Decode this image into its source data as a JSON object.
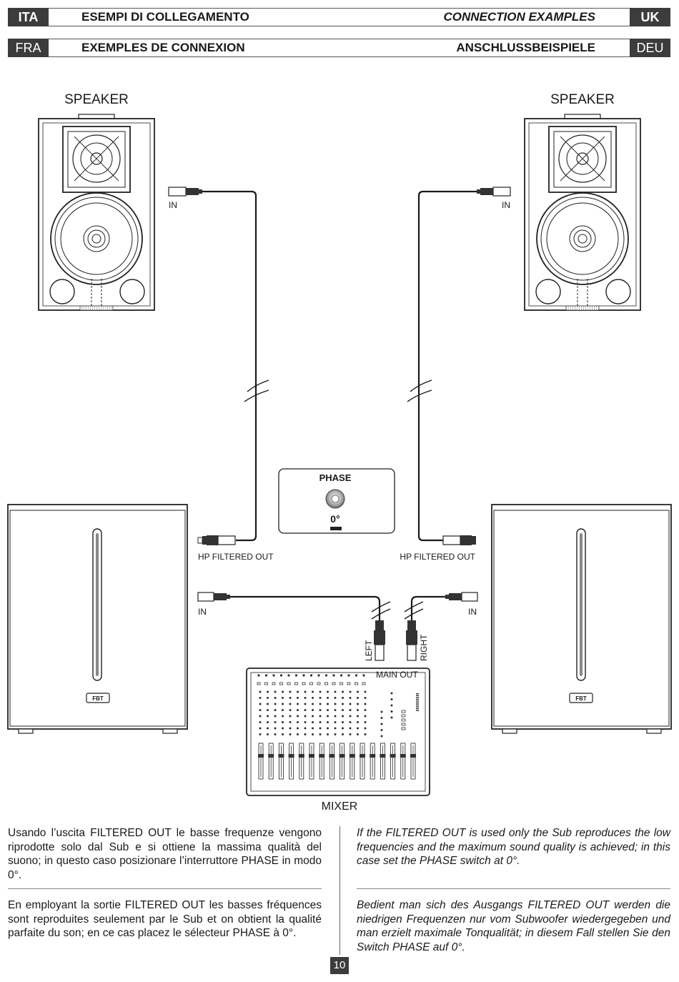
{
  "header": {
    "row1": {
      "left_code": "ITA",
      "left_title": "ESEMPI DI COLLEGAMENTO",
      "right_title": "CONNECTION EXAMPLES",
      "right_code": "UK"
    },
    "row2": {
      "left_code": "FRA",
      "left_title": "EXEMPLES DE CONNEXION",
      "right_title": "ANSCHLUSSBEISPIELE",
      "right_code": "DEU"
    }
  },
  "diagram": {
    "speaker_left_label": "SPEAKER",
    "speaker_right_label": "SPEAKER",
    "in_label": "IN",
    "hp_filtered_out_label": "HP FILTERED OUT",
    "phase_title": "PHASE",
    "phase_value": "0°",
    "left_label": "LEFT",
    "right_label": "RIGHT",
    "main_out_label": "MAIN OUT",
    "mixer_label": "MIXER",
    "sub_logo": "FBT"
  },
  "text": {
    "ita": "Usando l’uscita FILTERED OUT le basse frequenze vengono riprodotte solo dal Sub e si ottiene la massima qualità del suono; in questo caso posizionare l’interruttore PHASE in modo 0°.",
    "uk": "If the FILTERED OUT is used only the Sub reproduces the low frequencies and the maximum sound quality is achieved; in this case set the PHASE switch at 0°.",
    "fra": "En employant la sortie FILTERED OUT les basses fréquences sont reproduites seulement par le Sub et on obtient la qualité parfaite du son; en ce cas placez le sélecteur PHASE à 0°.",
    "deu": "Bedient man sich des Ausgangs FILTERED OUT werden die niedrigen Frequenzen nur vom Subwoofer wiedergegeben und man erzielt maximale Tonqualität; in diesem Fall stellen Sie den Switch PHASE auf 0°."
  },
  "page_number": "10"
}
